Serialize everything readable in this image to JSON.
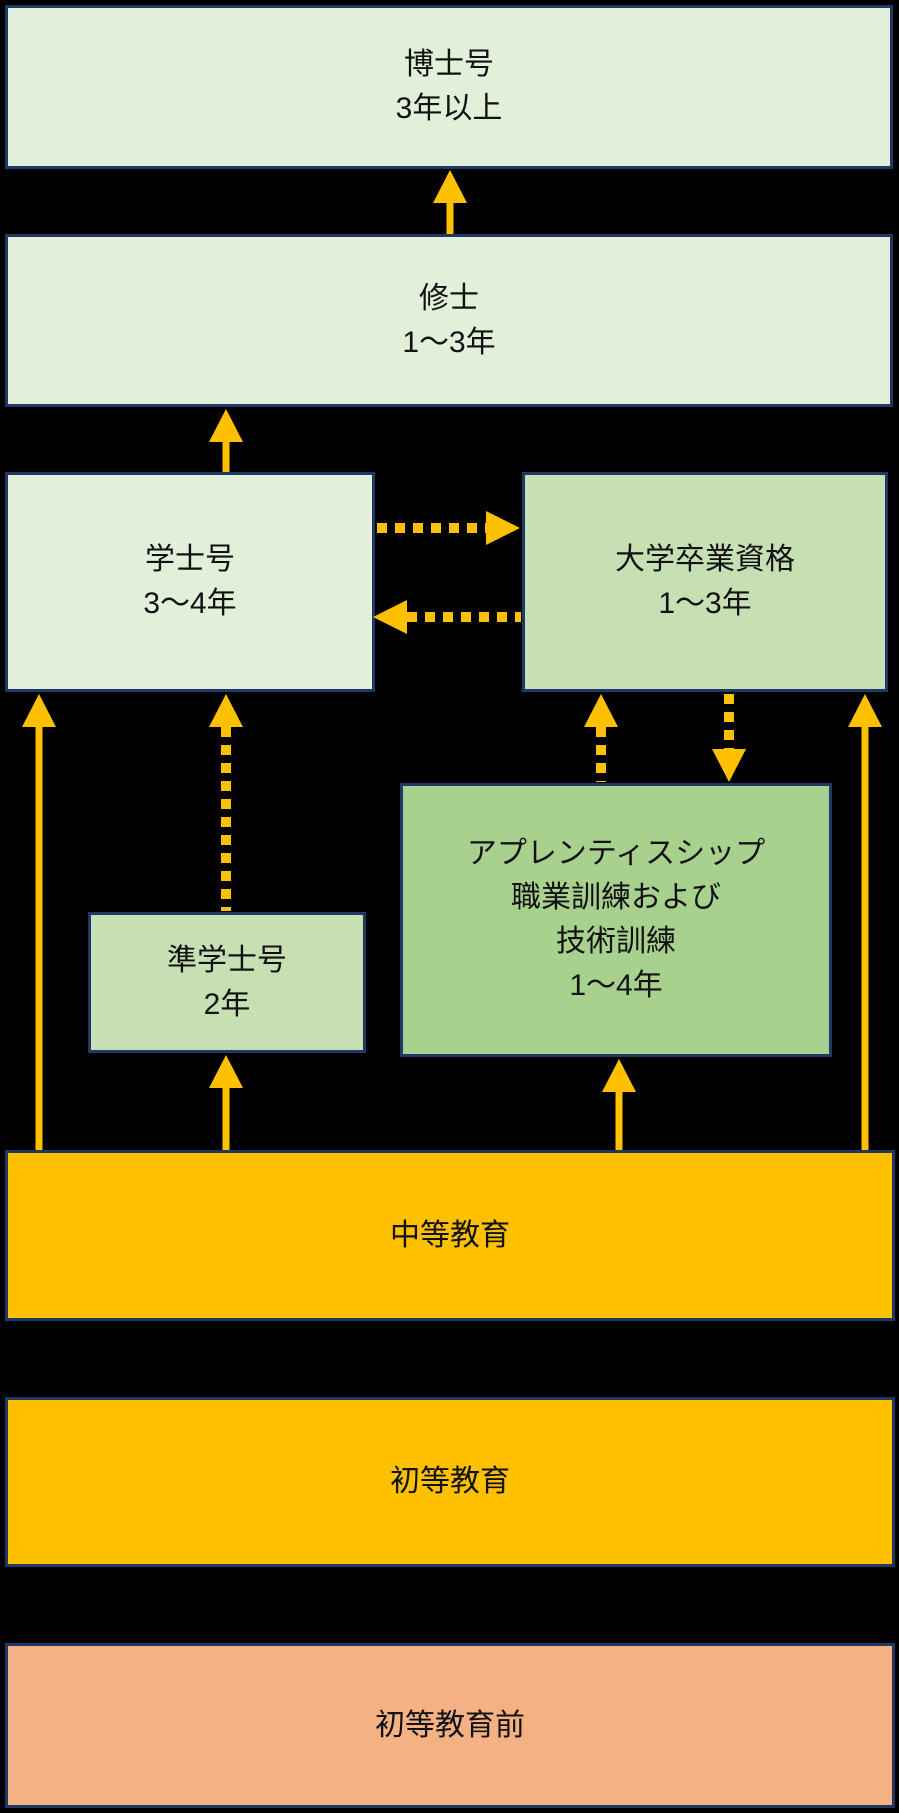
{
  "boxes": {
    "doctorate": {
      "lines": [
        "博士号",
        "3年以上"
      ]
    },
    "masters": {
      "lines": [
        "修士",
        "1〜3年"
      ]
    },
    "bachelors": {
      "lines": [
        "学士号",
        "3〜4年"
      ]
    },
    "univgrad": {
      "lines": [
        "大学卒業資格",
        "1〜3年"
      ]
    },
    "apprentice": {
      "lines": [
        "アプレンティスシップ",
        "職業訓練および",
        "技術訓練",
        "1〜4年"
      ]
    },
    "associate": {
      "lines": [
        "準学士号",
        "2年"
      ]
    },
    "secondary": {
      "lines": [
        "中等教育"
      ]
    },
    "primary": {
      "lines": [
        "初等教育"
      ]
    },
    "preprimary": {
      "lines": [
        "初等教育前"
      ]
    }
  },
  "arrows": [
    {
      "from": "masters",
      "to": "doctorate",
      "style": "solid",
      "direction": "up"
    },
    {
      "from": "bachelors",
      "to": "masters",
      "style": "solid",
      "direction": "up"
    },
    {
      "from": "bachelors",
      "to": "univgrad",
      "style": "dashed",
      "direction": "right"
    },
    {
      "from": "univgrad",
      "to": "bachelors",
      "style": "dashed",
      "direction": "left"
    },
    {
      "from": "secondary",
      "to": "bachelors",
      "style": "solid",
      "direction": "up"
    },
    {
      "from": "associate",
      "to": "bachelors",
      "style": "dashed",
      "direction": "up"
    },
    {
      "from": "apprentice",
      "to": "univgrad",
      "style": "dashed",
      "direction": "up"
    },
    {
      "from": "univgrad",
      "to": "apprentice",
      "style": "dashed",
      "direction": "down"
    },
    {
      "from": "secondary",
      "to": "univgrad",
      "style": "solid",
      "direction": "up"
    },
    {
      "from": "secondary",
      "to": "associate",
      "style": "solid",
      "direction": "up"
    },
    {
      "from": "secondary",
      "to": "apprentice",
      "style": "solid",
      "direction": "up"
    }
  ],
  "colors": {
    "background": "#000000",
    "box_border": "#1F3864",
    "light_green": "#E2EFD9",
    "medium_green": "#A9D18E",
    "pale_green": "#C6E0B4",
    "gold": "#FFC000",
    "salmon": "#F4B183",
    "arrow": "#FFC000",
    "text": "#111111"
  }
}
